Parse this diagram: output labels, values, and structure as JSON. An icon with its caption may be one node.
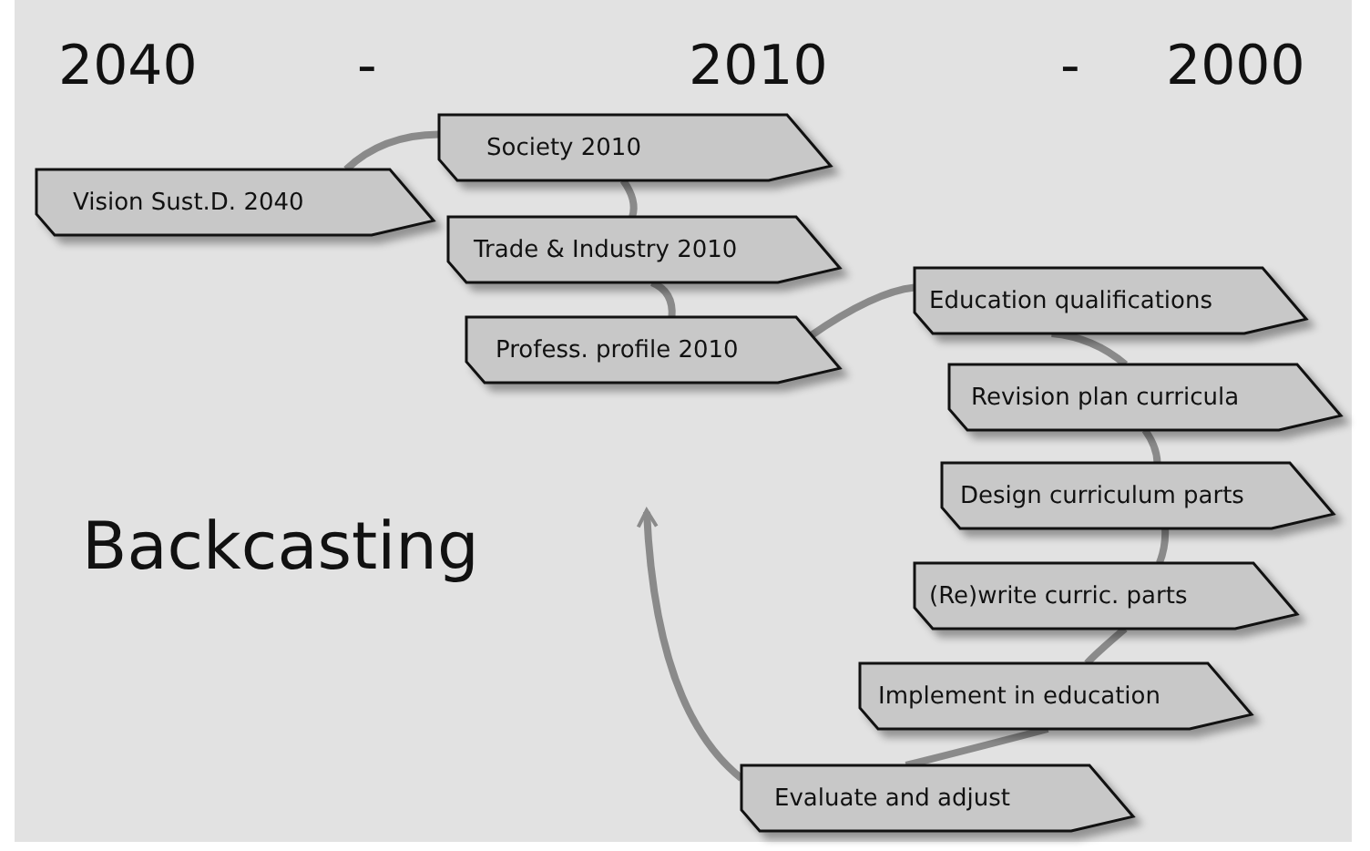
{
  "diagram": {
    "nodes": [
      {
        "text": [
          "Vision Sust.D. 2040"
        ]
      },
      {
        "text": [
          "Society 2010"
        ]
      },
      {
        "text": [
          "Trade & Industry 2010"
        ]
      },
      {
        "text": [
          "Profess. profile 2010"
        ]
      },
      {
        "text": [
          "Education qualifications"
        ]
      },
      {
        "text": [
          "Revision plan curricula"
        ]
      },
      {
        "text": [
          "Design curriculum parts"
        ]
      },
      {
        "text": [
          "(Re)write curric. parts"
        ]
      },
      {
        "text": [
          "Implement in education"
        ]
      },
      {
        "text": [
          "Evaluate and adjust"
        ]
      }
    ],
    "edges": [
      {
        "from": 0,
        "to": 1,
        "arrow": "none"
      },
      {
        "from": 1,
        "to": 2,
        "arrow": "none"
      },
      {
        "from": 2,
        "to": 3,
        "arrow": "none"
      },
      {
        "from": 3,
        "to": 4,
        "arrow": "none"
      },
      {
        "from": 4,
        "to": 5,
        "arrow": "none"
      },
      {
        "from": 5,
        "to": 6,
        "arrow": "none"
      },
      {
        "from": 6,
        "to": 7,
        "arrow": "none"
      },
      {
        "from": 7,
        "to": 8,
        "arrow": "none"
      },
      {
        "from": 8,
        "to": 9,
        "arrow": "none"
      },
      {
        "from": 9,
        "to": null,
        "arrow": "to"
      }
    ],
    "labels": [
      "2040",
      "-",
      "2010",
      "-",
      "2000",
      "Backcasting"
    ]
  }
}
